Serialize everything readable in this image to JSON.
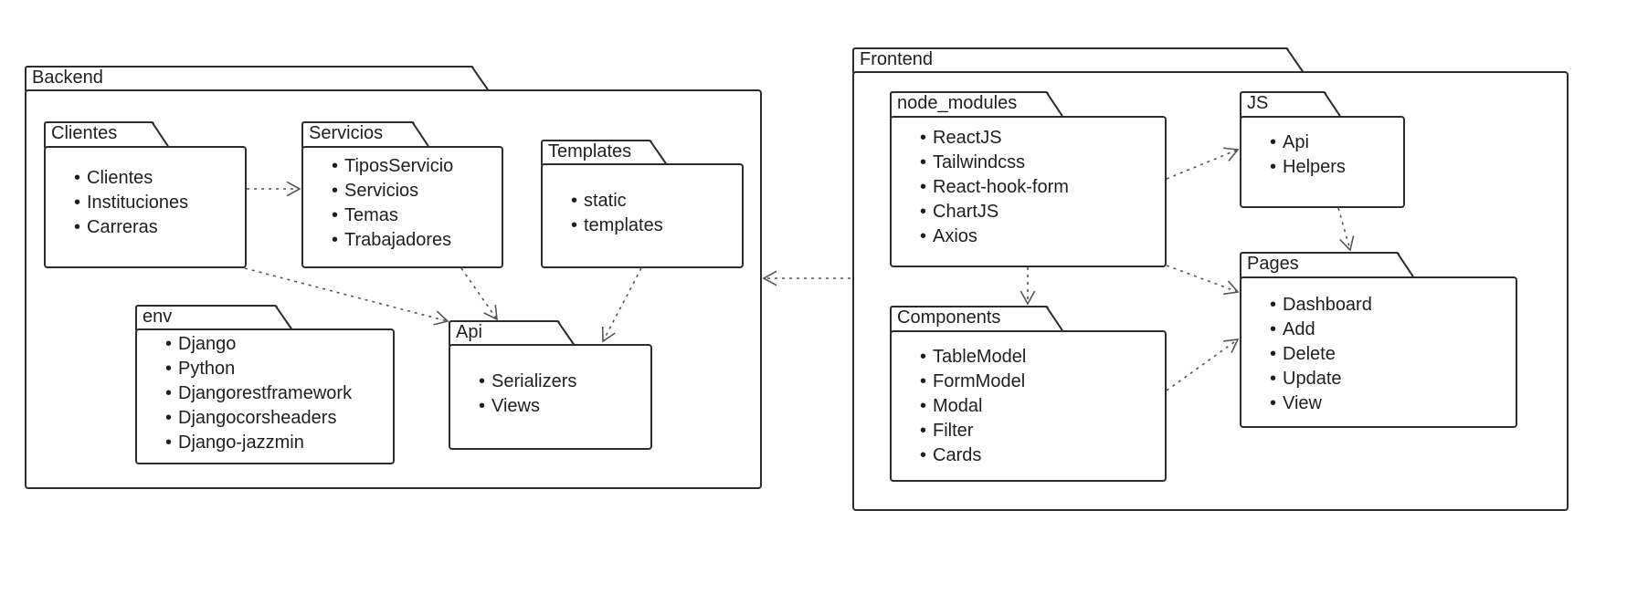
{
  "packages": {
    "backend": {
      "title": "Backend",
      "items": []
    },
    "frontend": {
      "title": "Frontend",
      "items": []
    },
    "clientes": {
      "title": "Clientes",
      "items": [
        "Clientes",
        "Instituciones",
        "Carreras"
      ]
    },
    "servicios": {
      "title": "Servicios",
      "items": [
        "TiposServicio",
        "Servicios",
        "Temas",
        "Trabajadores"
      ]
    },
    "templates": {
      "title": "Templates",
      "items": [
        "static",
        "templates"
      ]
    },
    "env": {
      "title": "env",
      "items": [
        "Django",
        "Python",
        "Djangorestframework",
        "Djangocorsheaders",
        "Django-jazzmin"
      ]
    },
    "api": {
      "title": "Api",
      "items": [
        "Serializers",
        "Views"
      ]
    },
    "node_modules": {
      "title": "node_modules",
      "items": [
        "ReactJS",
        "Tailwindcss",
        "React-hook-form",
        "ChartJS",
        "Axios"
      ]
    },
    "js": {
      "title": "JS",
      "items": [
        "Api",
        "Helpers"
      ]
    },
    "components": {
      "title": "Components",
      "items": [
        "TableModel",
        "FormModel",
        "Modal",
        "Filter",
        "Cards"
      ]
    },
    "pages": {
      "title": "Pages",
      "items": [
        "Dashboard",
        "Add",
        "Delete",
        "Update",
        "View"
      ]
    }
  },
  "dependencies": [
    {
      "from": "clientes",
      "to": "servicios"
    },
    {
      "from": "clientes",
      "to": "api"
    },
    {
      "from": "servicios",
      "to": "api"
    },
    {
      "from": "templates",
      "to": "api"
    },
    {
      "from": "frontend",
      "to": "backend"
    },
    {
      "from": "node_modules",
      "to": "js"
    },
    {
      "from": "node_modules",
      "to": "pages"
    },
    {
      "from": "node_modules",
      "to": "components"
    },
    {
      "from": "js",
      "to": "pages"
    },
    {
      "from": "components",
      "to": "pages"
    }
  ],
  "colors": {
    "stroke": "#2d2d2d",
    "edge": "#555555",
    "background": "#ffffff"
  }
}
